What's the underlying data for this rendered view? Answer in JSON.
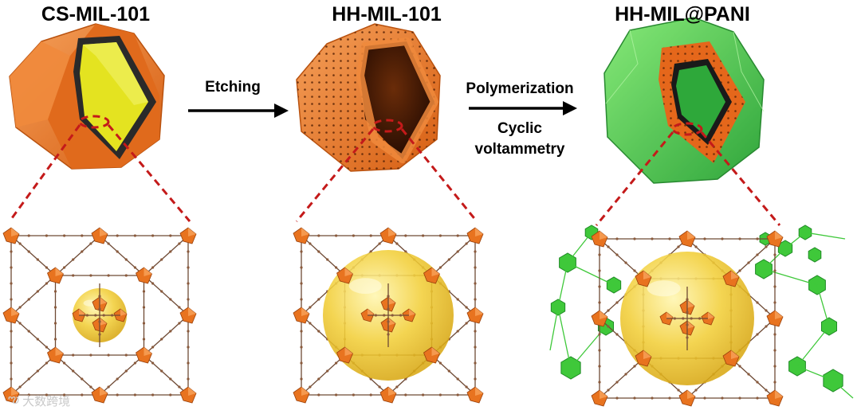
{
  "panels": [
    {
      "title": "CS-MIL-101"
    },
    {
      "title": "HH-MIL-101"
    },
    {
      "title": "HH-MIL@PANI"
    }
  ],
  "steps": {
    "etching": "Etching",
    "polymerization": "Polymerization",
    "cyclic": "Cyclic",
    "voltammetry": "voltammetry"
  },
  "watermark": {
    "text": "大数跨境",
    "icon": "logo-icon"
  },
  "colors": {
    "mof_orange": "#e8731f",
    "core_yellow": "#e4e320",
    "pani_green": "#3fc83a",
    "zoom_dash": "#c41a1a",
    "pore_sphere": "#f2cf3a",
    "linker_brown": "#6e4a35"
  }
}
